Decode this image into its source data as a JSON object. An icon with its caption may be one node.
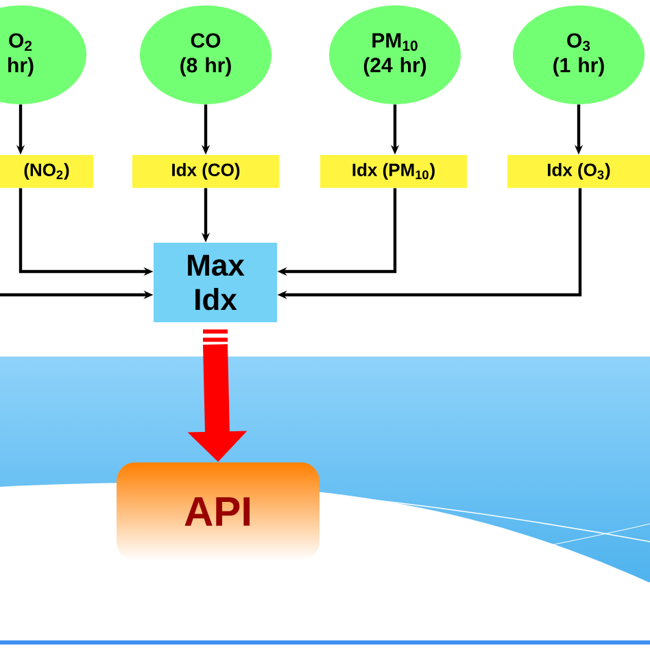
{
  "diagram": {
    "nodes": [
      {
        "text": [
          "O$_{2}$",
          "hr)"
        ]
      },
      {
        "text": [
          "CO",
          "(8 hr)"
        ]
      },
      {
        "text": [
          "PM$_{10}$",
          "(24 hr)"
        ]
      },
      {
        "text": [
          "O$_{3}$",
          "(1 hr)"
        ]
      },
      {
        "text": [
          "(NO$_{2}$)"
        ]
      },
      {
        "text": [
          "Idx (CO)"
        ]
      },
      {
        "text": [
          "Idx (PM$_{10}$)"
        ]
      },
      {
        "text": [
          "Idx (O$_{3}$)"
        ]
      },
      {
        "text": [
          "Max Idx"
        ]
      },
      {
        "text": [
          "API"
        ]
      }
    ],
    "edges": [
      {
        "from": 0,
        "to": 4,
        "arrow": "to"
      },
      {
        "from": 1,
        "to": 5,
        "arrow": "to"
      },
      {
        "from": 2,
        "to": 6,
        "arrow": "to"
      },
      {
        "from": 3,
        "to": 7,
        "arrow": "to"
      },
      {
        "from": 4,
        "to": 8,
        "arrow": "to"
      },
      {
        "from": 5,
        "to": 8,
        "arrow": "to"
      },
      {
        "from": 6,
        "to": 8,
        "arrow": "to"
      },
      {
        "from": 7,
        "to": 8,
        "arrow": "to"
      },
      {
        "from": null,
        "to": 8,
        "arrow": "to"
      },
      {
        "from": 8,
        "to": 9,
        "arrow": "to",
        "style": "thick",
        "color": "#ff0000"
      }
    ]
  }
}
